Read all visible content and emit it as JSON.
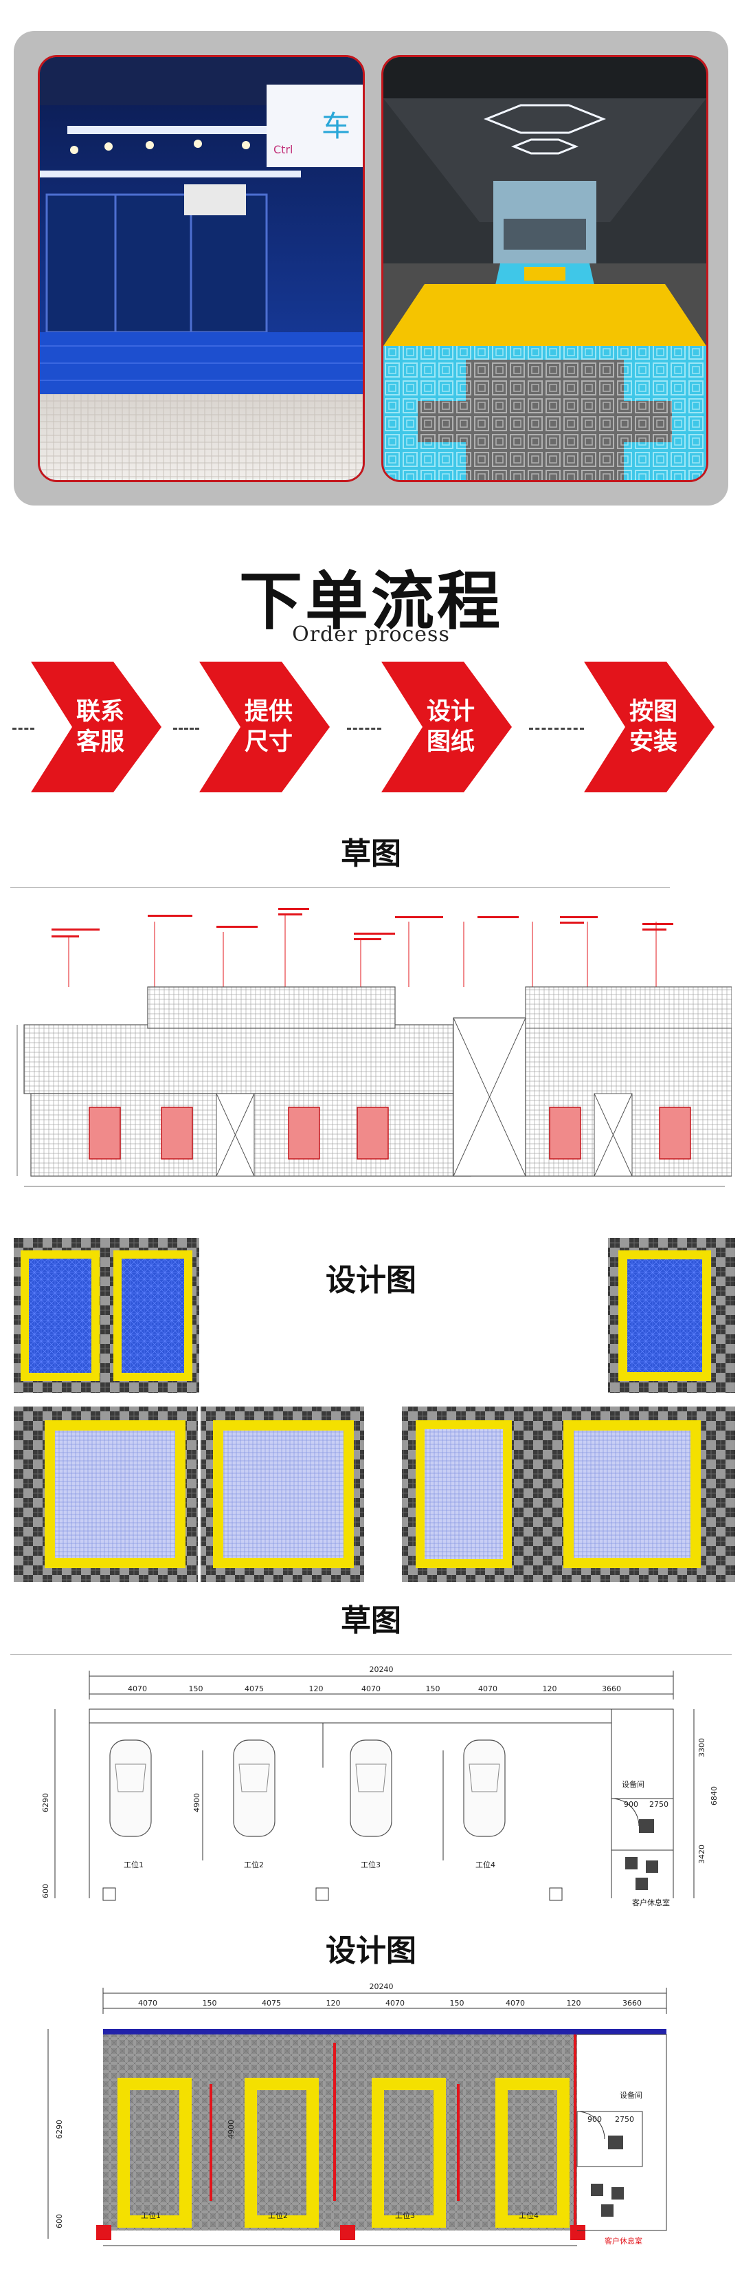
{
  "photos": {
    "left_sign_text": "车",
    "left_sign_script": "Ctrl"
  },
  "process": {
    "title": "下单流程",
    "subtitle": "Order process",
    "steps": [
      {
        "label": "联系\n客服"
      },
      {
        "label": "提供\n尺寸"
      },
      {
        "label": "设计\n图纸"
      },
      {
        "label": "按图\n安装"
      }
    ]
  },
  "sections": {
    "sketch1_title": "草图",
    "design1_title": "设计图",
    "sketch2_title": "草图",
    "design2_title": "设计图"
  },
  "sketch2": {
    "total_width": "20240",
    "segments": [
      "4070",
      "150",
      "4075",
      "120",
      "4070",
      "150",
      "4070",
      "120",
      "3660"
    ],
    "stations": [
      "工位1",
      "工位2",
      "工位3",
      "工位4"
    ],
    "equipment_room": "设备间",
    "lounge": "客户休息室",
    "dims_right": [
      "3300",
      "6840",
      "3420"
    ],
    "dim_left": "6290",
    "dim_left_small": "600",
    "dim_inner": "4900",
    "dim_room_a": "900",
    "dim_room_b": "2750"
  },
  "design2": {
    "total_width": "20240",
    "segments": [
      "4070",
      "150",
      "4075",
      "120",
      "4070",
      "150",
      "4070",
      "120",
      "3660"
    ],
    "stations": [
      "工位1",
      "工位2",
      "工位3",
      "工位4"
    ],
    "equipment_room": "设备间",
    "lounge": "客户休息室",
    "dim_left": "6290",
    "dim_left_small": "600",
    "dim_inner": "4900",
    "dim_room_a": "900",
    "dim_room_b": "2750"
  },
  "colors": {
    "red": "#e3141b",
    "yellow": "#f4e000",
    "blue": "#2f56d8",
    "grey_tile": "#8a8a8a",
    "dark_tile": "#3a3a3a"
  }
}
